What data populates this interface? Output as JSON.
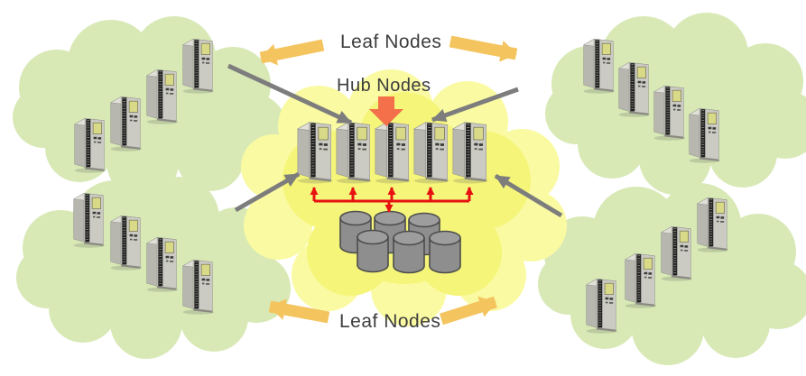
{
  "diagram": {
    "labels": {
      "leaf_top": "Leaf Nodes",
      "hub": "Hub Nodes",
      "leaf_bottom": "Leaf Nodes"
    },
    "hub": {
      "server_count": 5,
      "database_count": 6
    },
    "leaf_clusters": [
      {
        "position": "top-left",
        "server_count": 4
      },
      {
        "position": "top-right",
        "server_count": 4
      },
      {
        "position": "bottom-left",
        "server_count": 4
      },
      {
        "position": "bottom-right",
        "server_count": 4
      }
    ],
    "colors": {
      "leaf_cloud": "#d8e9b6",
      "hub_cloud": "#f5f57a",
      "hub_cloud_light": "#fafaa2",
      "leaf_arrow": "#f4c45e",
      "hub_arrow": "#f3704a",
      "link_arrow": "#7d7d7d",
      "bus": "#e81111",
      "text": "#3d3d3d"
    }
  }
}
